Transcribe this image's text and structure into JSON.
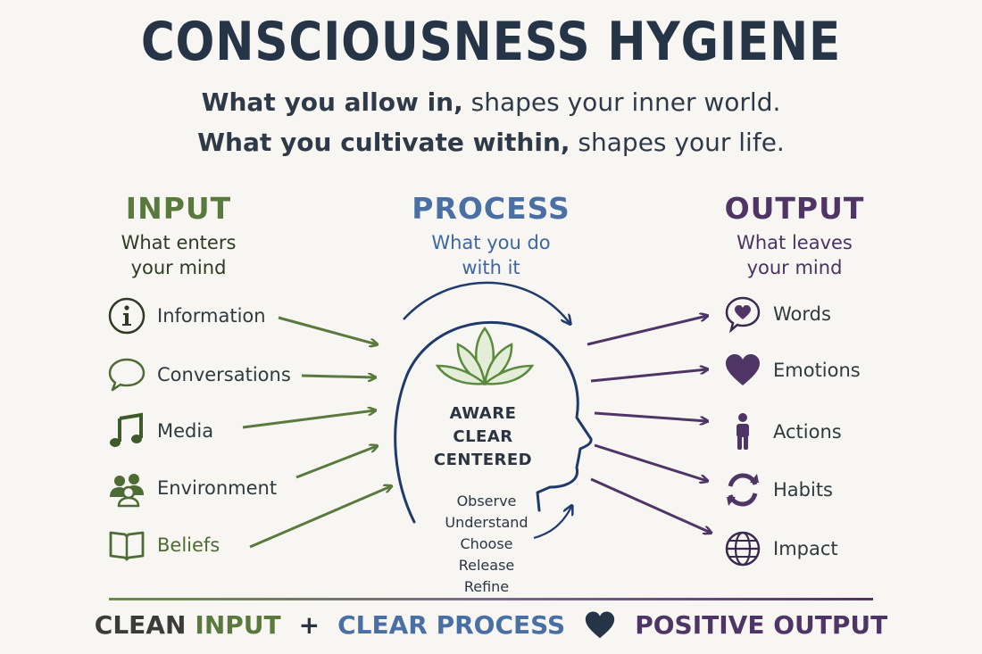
{
  "title": "CONSCIOUSNESS HYGIENE",
  "subtitle": {
    "line1_bold": "What you allow in,",
    "line1_rest": " shapes your inner world.",
    "line2_bold": "What you cultivate within,",
    "line2_rest": " shapes your life."
  },
  "columns": {
    "input": {
      "heading": "INPUT",
      "sub1": "What enters",
      "sub2": "your mind",
      "color": "#5a7a3d"
    },
    "process": {
      "heading": "PROCESS",
      "sub1": "What you do",
      "sub2": "with it",
      "color": "#4a6fa5"
    },
    "output": {
      "heading": "OUTPUT",
      "sub1": "What leaves",
      "sub2": "your mind",
      "color": "#4e3566"
    }
  },
  "inputs": [
    {
      "label": "Information",
      "icon": "info-icon"
    },
    {
      "label": "Conversations",
      "icon": "speech-bubble-icon"
    },
    {
      "label": "Media",
      "icon": "music-note-icon"
    },
    {
      "label": "Environment",
      "icon": "people-group-icon"
    },
    {
      "label": "Beliefs",
      "icon": "open-book-icon"
    }
  ],
  "center": {
    "icon": "lotus-icon",
    "states": [
      "AWARE",
      "CLEAR",
      "CENTERED"
    ],
    "steps": [
      "Observe",
      "Understand",
      "Choose",
      "Release",
      "Refine"
    ]
  },
  "outputs": [
    {
      "label": "Words",
      "icon": "heart-speech-icon"
    },
    {
      "label": "Emotions",
      "icon": "heart-icon"
    },
    {
      "label": "Actions",
      "icon": "person-icon"
    },
    {
      "label": "Habits",
      "icon": "cycle-icon"
    },
    {
      "label": "Impact",
      "icon": "globe-icon"
    }
  ],
  "footer": {
    "clean": "CLEAN",
    "input": "INPUT",
    "plus": "+",
    "clear_process": "CLEAR PROCESS",
    "positive_output": "POSITIVE OUTPUT",
    "icon": "heart-icon"
  },
  "colors": {
    "green": "#5a7a3d",
    "blue": "#4a6fa5",
    "purple": "#4e3566",
    "navy": "#253447",
    "lotus": "#5a8a3e"
  }
}
